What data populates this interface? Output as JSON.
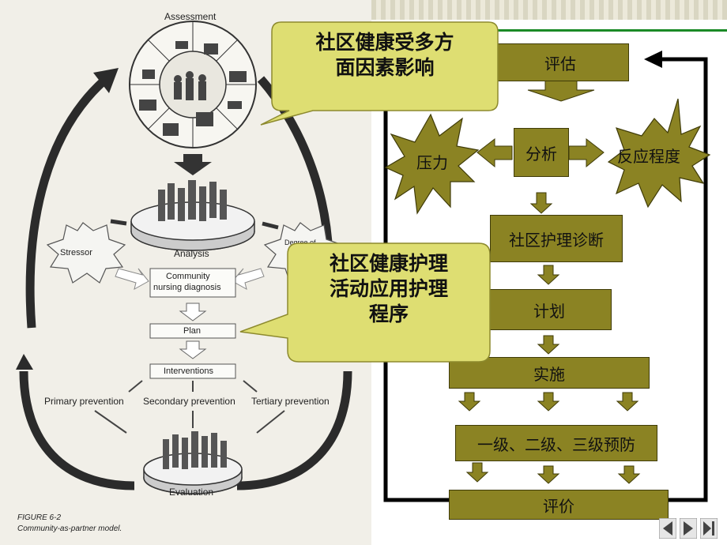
{
  "left_figure": {
    "assessment": "Assessment",
    "stressor": "Stressor",
    "degree": "Degree of",
    "analysis": "Analysis",
    "diagnosis_line1": "Community",
    "diagnosis_line2": "nursing diagnosis",
    "plan": "Plan",
    "interventions": "Interventions",
    "primary": "Primary prevention",
    "secondary": "Secondary prevention",
    "tertiary": "Tertiary prevention",
    "evaluation": "Evaluation",
    "caption_line1": "FIGURE 6-2",
    "caption_line2": "Community-as-partner model."
  },
  "callouts": {
    "top_line1": "社区健康受多方",
    "top_line2": "面因素影响",
    "mid_line1": "社区健康护理",
    "mid_line2": "活动应用护理",
    "mid_line3": "程序"
  },
  "flow": {
    "assess": "评估",
    "pressure": "压力",
    "analysis": "分析",
    "reaction": "反应程度",
    "diagnosis": "社区护理诊断",
    "plan": "计划",
    "implement": "实施",
    "prevention": "一级、二级、三级预防",
    "evaluate": "评价"
  },
  "colors": {
    "box_fill": "#8b8323",
    "callout_fill": "#dede72",
    "accent_green": "#1a8a26"
  }
}
